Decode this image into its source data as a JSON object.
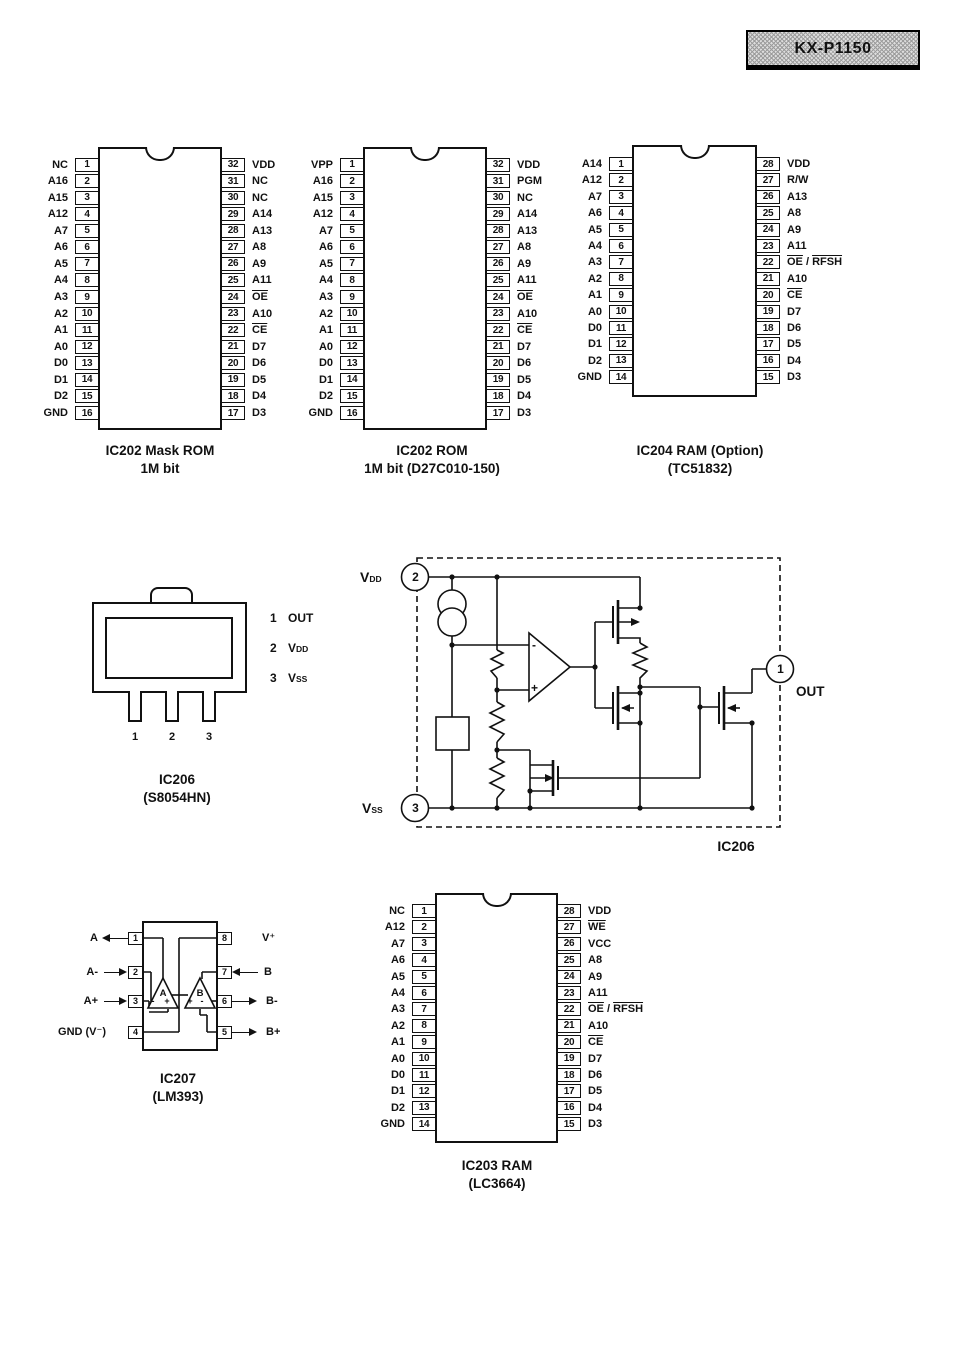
{
  "header": {
    "model": "KX-P1150"
  },
  "chips": [
    {
      "id": "ic202-mask-rom",
      "caption_line1": "IC202 Mask ROM",
      "caption_line2": "1M bit",
      "left_pins": [
        {
          "n": "1",
          "l": "NC"
        },
        {
          "n": "2",
          "l": "A16"
        },
        {
          "n": "3",
          "l": "A15"
        },
        {
          "n": "4",
          "l": "A12"
        },
        {
          "n": "5",
          "l": "A7"
        },
        {
          "n": "6",
          "l": "A6"
        },
        {
          "n": "7",
          "l": "A5"
        },
        {
          "n": "8",
          "l": "A4"
        },
        {
          "n": "9",
          "l": "A3"
        },
        {
          "n": "10",
          "l": "A2"
        },
        {
          "n": "11",
          "l": "A1"
        },
        {
          "n": "12",
          "l": "A0"
        },
        {
          "n": "13",
          "l": "D0"
        },
        {
          "n": "14",
          "l": "D1"
        },
        {
          "n": "15",
          "l": "D2"
        },
        {
          "n": "16",
          "l": "GND"
        }
      ],
      "right_pins": [
        {
          "n": "32",
          "l": "VDD"
        },
        {
          "n": "31",
          "l": "NC"
        },
        {
          "n": "30",
          "l": "NC"
        },
        {
          "n": "29",
          "l": "A14"
        },
        {
          "n": "28",
          "l": "A13"
        },
        {
          "n": "27",
          "l": "A8"
        },
        {
          "n": "26",
          "l": "A9"
        },
        {
          "n": "25",
          "l": "A11"
        },
        {
          "n": "24",
          "l": "~OE~"
        },
        {
          "n": "23",
          "l": "A10"
        },
        {
          "n": "22",
          "l": "~CE~"
        },
        {
          "n": "21",
          "l": "D7"
        },
        {
          "n": "20",
          "l": "D6"
        },
        {
          "n": "19",
          "l": "D5"
        },
        {
          "n": "18",
          "l": "D4"
        },
        {
          "n": "17",
          "l": "D3"
        }
      ]
    },
    {
      "id": "ic202-rom",
      "caption_line1": "IC202 ROM",
      "caption_line2": "1M bit (D27C010-150)",
      "left_pins": [
        {
          "n": "1",
          "l": "VPP"
        },
        {
          "n": "2",
          "l": "A16"
        },
        {
          "n": "3",
          "l": "A15"
        },
        {
          "n": "4",
          "l": "A12"
        },
        {
          "n": "5",
          "l": "A7"
        },
        {
          "n": "6",
          "l": "A6"
        },
        {
          "n": "7",
          "l": "A5"
        },
        {
          "n": "8",
          "l": "A4"
        },
        {
          "n": "9",
          "l": "A3"
        },
        {
          "n": "10",
          "l": "A2"
        },
        {
          "n": "11",
          "l": "A1"
        },
        {
          "n": "12",
          "l": "A0"
        },
        {
          "n": "13",
          "l": "D0"
        },
        {
          "n": "14",
          "l": "D1"
        },
        {
          "n": "15",
          "l": "D2"
        },
        {
          "n": "16",
          "l": "GND"
        }
      ],
      "right_pins": [
        {
          "n": "32",
          "l": "VDD"
        },
        {
          "n": "31",
          "l": "PGM"
        },
        {
          "n": "30",
          "l": "NC"
        },
        {
          "n": "29",
          "l": "A14"
        },
        {
          "n": "28",
          "l": "A13"
        },
        {
          "n": "27",
          "l": "A8"
        },
        {
          "n": "26",
          "l": "A9"
        },
        {
          "n": "25",
          "l": "A11"
        },
        {
          "n": "24",
          "l": "~OE~"
        },
        {
          "n": "23",
          "l": "A10"
        },
        {
          "n": "22",
          "l": "~CE~"
        },
        {
          "n": "21",
          "l": "D7"
        },
        {
          "n": "20",
          "l": "D6"
        },
        {
          "n": "19",
          "l": "D5"
        },
        {
          "n": "18",
          "l": "D4"
        },
        {
          "n": "17",
          "l": "D3"
        }
      ]
    },
    {
      "id": "ic204-ram",
      "caption_line1": "IC204 RAM (Option)",
      "caption_line2": "(TC51832)",
      "left_pins": [
        {
          "n": "1",
          "l": "A14"
        },
        {
          "n": "2",
          "l": "A12"
        },
        {
          "n": "3",
          "l": "A7"
        },
        {
          "n": "4",
          "l": "A6"
        },
        {
          "n": "5",
          "l": "A5"
        },
        {
          "n": "6",
          "l": "A4"
        },
        {
          "n": "7",
          "l": "A3"
        },
        {
          "n": "8",
          "l": "A2"
        },
        {
          "n": "9",
          "l": "A1"
        },
        {
          "n": "10",
          "l": "A0"
        },
        {
          "n": "11",
          "l": "D0"
        },
        {
          "n": "12",
          "l": "D1"
        },
        {
          "n": "13",
          "l": "D2"
        },
        {
          "n": "14",
          "l": "GND"
        }
      ],
      "right_pins": [
        {
          "n": "28",
          "l": "VDD"
        },
        {
          "n": "27",
          "l": "R/W"
        },
        {
          "n": "26",
          "l": "A13"
        },
        {
          "n": "25",
          "l": "A8"
        },
        {
          "n": "24",
          "l": "A9"
        },
        {
          "n": "23",
          "l": "A11"
        },
        {
          "n": "22",
          "l": "~OE~ / ~RFSH~"
        },
        {
          "n": "21",
          "l": "A10"
        },
        {
          "n": "20",
          "l": "~CE~"
        },
        {
          "n": "19",
          "l": "D7"
        },
        {
          "n": "18",
          "l": "D6"
        },
        {
          "n": "17",
          "l": "D5"
        },
        {
          "n": "16",
          "l": "D4"
        },
        {
          "n": "15",
          "l": "D3"
        }
      ]
    },
    {
      "id": "ic203-ram",
      "caption_line1": "IC203 RAM",
      "caption_line2": "(LC3664)",
      "left_pins": [
        {
          "n": "1",
          "l": "NC"
        },
        {
          "n": "2",
          "l": "A12"
        },
        {
          "n": "3",
          "l": "A7"
        },
        {
          "n": "4",
          "l": "A6"
        },
        {
          "n": "5",
          "l": "A5"
        },
        {
          "n": "6",
          "l": "A4"
        },
        {
          "n": "7",
          "l": "A3"
        },
        {
          "n": "8",
          "l": "A2"
        },
        {
          "n": "9",
          "l": "A1"
        },
        {
          "n": "10",
          "l": "A0"
        },
        {
          "n": "11",
          "l": "D0"
        },
        {
          "n": "12",
          "l": "D1"
        },
        {
          "n": "13",
          "l": "D2"
        },
        {
          "n": "14",
          "l": "GND"
        }
      ],
      "right_pins": [
        {
          "n": "28",
          "l": "VDD"
        },
        {
          "n": "27",
          "l": "~WE~"
        },
        {
          "n": "26",
          "l": "VCC"
        },
        {
          "n": "25",
          "l": "A8"
        },
        {
          "n": "24",
          "l": "A9"
        },
        {
          "n": "23",
          "l": "A11"
        },
        {
          "n": "22",
          "l": "~OE~ / ~RFSH~"
        },
        {
          "n": "21",
          "l": "A10"
        },
        {
          "n": "20",
          "l": "~CE~"
        },
        {
          "n": "19",
          "l": "D7"
        },
        {
          "n": "18",
          "l": "D6"
        },
        {
          "n": "17",
          "l": "D5"
        },
        {
          "n": "16",
          "l": "D4"
        },
        {
          "n": "15",
          "l": "D3"
        }
      ]
    }
  ],
  "ic206_package": {
    "legend": [
      {
        "num": "1",
        "base": "OUT",
        "sub": ""
      },
      {
        "num": "2",
        "base": "V",
        "sub": "DD"
      },
      {
        "num": "3",
        "base": "V",
        "sub": "SS"
      }
    ],
    "leg_numbers": [
      "1",
      "2",
      "3"
    ],
    "caption_line1": "IC206",
    "caption_line2": "(S8054HN)"
  },
  "ic206_schematic": {
    "vdd": {
      "base": "V",
      "sub": "DD",
      "pin": "2"
    },
    "vss": {
      "base": "V",
      "sub": "SS",
      "pin": "3"
    },
    "out": {
      "label": "OUT",
      "pin": "1"
    },
    "comp_minus": "-",
    "comp_plus": "+",
    "caption": "IC206"
  },
  "ic207": {
    "left_pins": [
      {
        "n": "1",
        "l": "A",
        "arrow": "left"
      },
      {
        "n": "2",
        "l": "A-",
        "arrow": "right"
      },
      {
        "n": "3",
        "l": "A+",
        "arrow": "right"
      },
      {
        "n": "4",
        "l": "GND (V⁻)",
        "arrow": "none"
      }
    ],
    "right_pins": [
      {
        "n": "8",
        "l": "V⁺",
        "arrow": "none"
      },
      {
        "n": "7",
        "l": "B",
        "arrow": "left"
      },
      {
        "n": "6",
        "l": "B-",
        "arrow": "right"
      },
      {
        "n": "5",
        "l": "B+",
        "arrow": "right"
      }
    ],
    "comp_a": "A",
    "comp_b": "B",
    "a_minus": "-",
    "a_plus": "+",
    "b_plus": "+",
    "b_minus": "-",
    "caption_line1": "IC207",
    "caption_line2": "(LM393)"
  }
}
